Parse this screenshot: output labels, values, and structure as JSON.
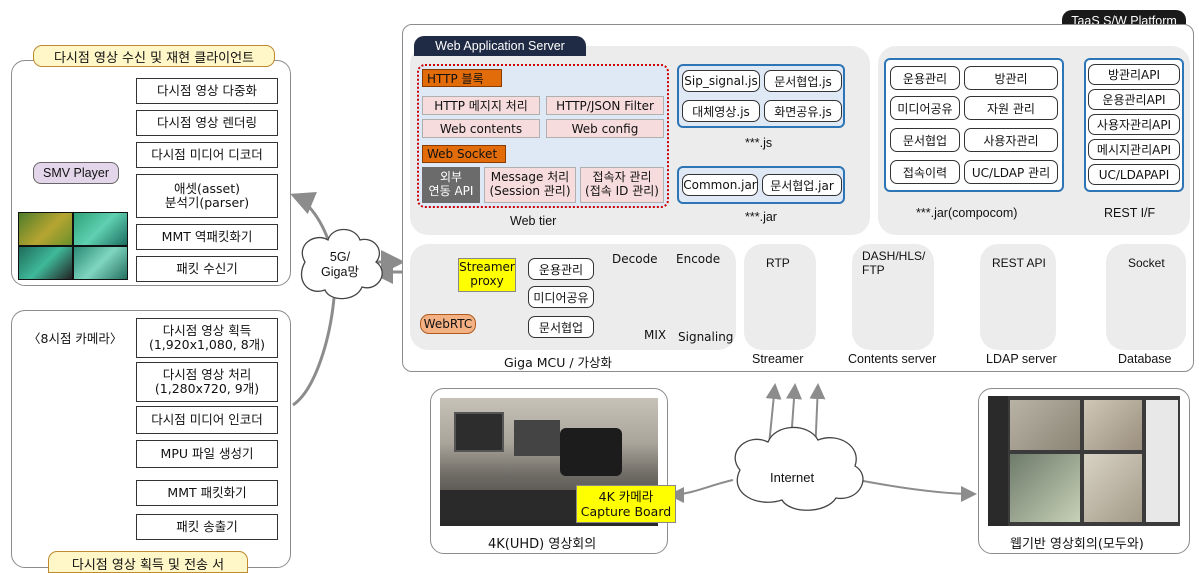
{
  "platform_title": "TaaS S/W Platform",
  "client": {
    "title": "다시점 영상 수신 및 재현 클라이언트",
    "player_label": "SMV Player",
    "modules": [
      "다시점 영상 다중화",
      "다시점 영상 렌더링",
      "다시점 미디어 디코더",
      "애셋(asset)\n분석기(parser)",
      "MMT 역패킷화기",
      "패킷 수신기"
    ]
  },
  "acquisition": {
    "title": "다시점 영상 획득 및 전송 서",
    "camera_label": "〈8시점 카메라〉",
    "modules": [
      "다시점 영상 획득\n(1,920x1,080, 8개)",
      "다시점 영상 처리\n(1,280x720, 9개)",
      "다시점 미디어 인코더",
      "MPU 파일 생성기",
      "MMT 패킷화기",
      "패킷 송출기"
    ]
  },
  "network_5g": "5G/\nGiga망",
  "was": {
    "title": "Web Application Server",
    "http_block": "HTTP 블록",
    "http_items": [
      "HTTP 메지지 처리",
      "HTTP/JSON Filter",
      "Web contents",
      "Web config"
    ],
    "websocket": "Web Socket",
    "ws_items": [
      "외부\n연동 API",
      "Message 처리\n(Session 관리)",
      "접속자 관리\n(접속 ID 관리)"
    ],
    "js_items": [
      "Sip_signal.js",
      "문서협업.js",
      "대체영상.js",
      "화면공유.js"
    ],
    "js_label": "***.js",
    "jar_items": [
      "Common.jar",
      "문서협업.jar"
    ],
    "jar_label": "***.jar",
    "web_tier_label": "Web tier"
  },
  "compocom": {
    "items": [
      "운용관리",
      "방관리",
      "미디어공유",
      "자원 관리",
      "문서협업",
      "사용자관리",
      "접속이력",
      "UC/LDAP 관리"
    ],
    "label": "***.jar(compocom)"
  },
  "rest": {
    "items": [
      "방관리API",
      "운용관리API",
      "사용자관리API",
      "메시지관리API",
      "UC/LDAPAPI"
    ],
    "label": "REST I/F"
  },
  "mcu": {
    "streamer_proxy": "Streamer\nproxy",
    "webrtc": "WebRTC",
    "pills": [
      "운용관리",
      "미디어공유",
      "문서협업"
    ],
    "cube_labels": [
      "Decode",
      "Encode",
      "MIX",
      "Signaling"
    ],
    "label": "Giga MCU / 가상화"
  },
  "servers": [
    {
      "top": "RTP",
      "bottom": "Streamer"
    },
    {
      "top": "DASH/HLS/\nFTP",
      "bottom": "Contents server"
    },
    {
      "top": "REST API",
      "bottom": "LDAP server"
    },
    {
      "top": "Socket",
      "bottom": "Database"
    }
  ],
  "internet_label": "Internet",
  "uhd": {
    "camera_tag": "4K 카메라\nCapture Board",
    "caption": "4K(UHD) 영상회의"
  },
  "web_conf": {
    "caption": "웹기반 영상회의(모두와)"
  },
  "colors": {
    "orange": "#e36c0a",
    "navy": "#1f2a44",
    "dashed_red": "#d00000",
    "blue_group": "#2e75b6",
    "arrow_yellow": "#ffc000",
    "purple_arrow": "#7030a0"
  }
}
